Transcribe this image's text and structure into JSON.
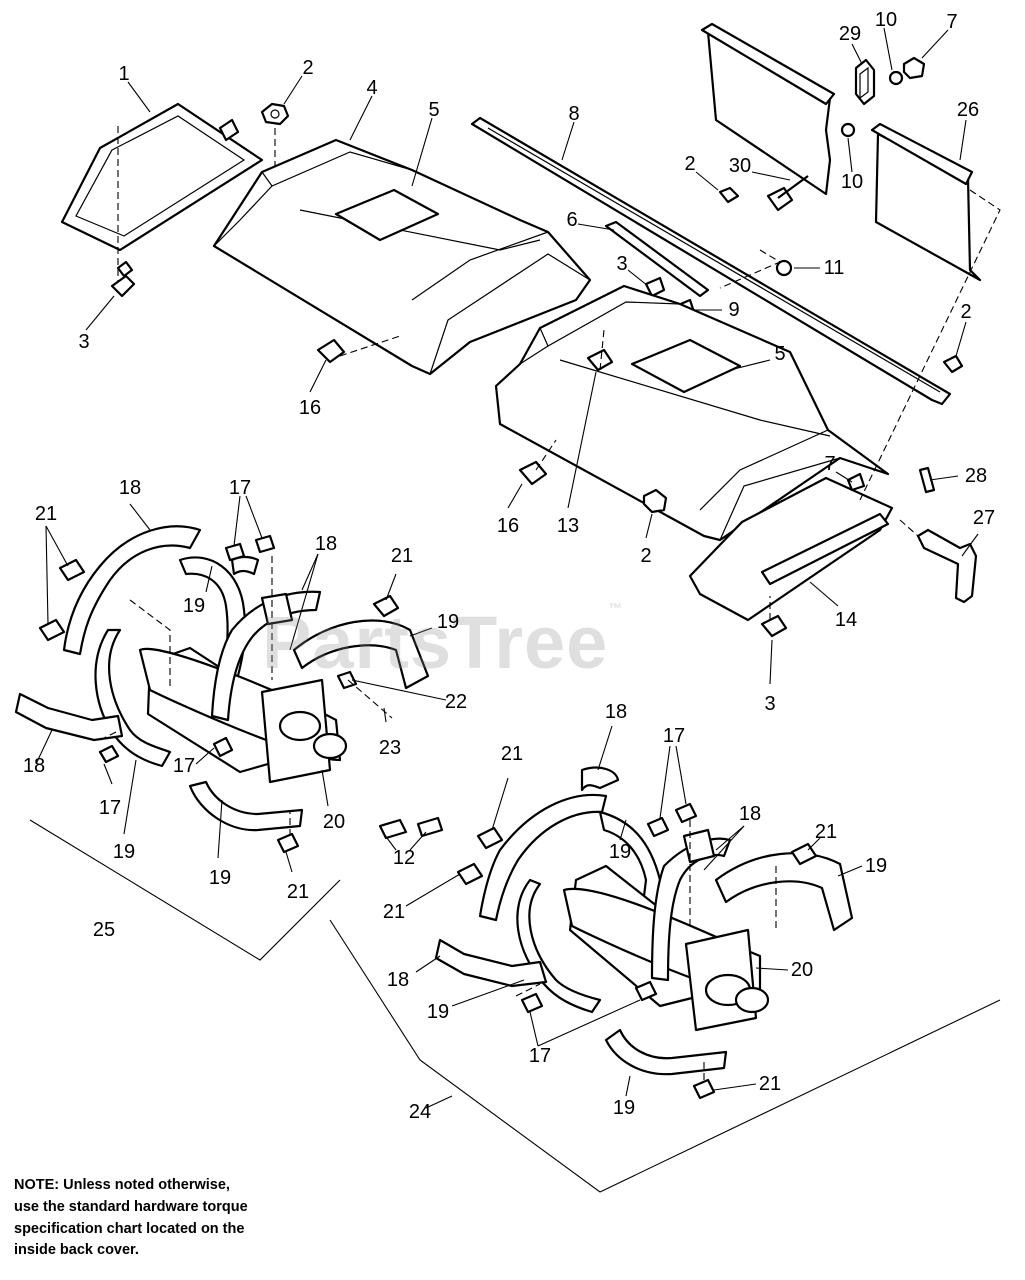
{
  "watermark": {
    "text": "PartsTree",
    "mark": "™",
    "color": "#8c8c8c"
  },
  "note": [
    "NOTE: Unless noted otherwise,",
    "use the standard hardware torque",
    "specification chart located on the",
    "inside back cover."
  ],
  "callouts": {
    "c1": "1",
    "c2a": "2",
    "c3a": "3",
    "c4": "4",
    "c5a": "5",
    "c8": "8",
    "c2b": "2",
    "c30": "30",
    "c6": "6",
    "c3b": "3",
    "c9": "9",
    "c11": "11",
    "c29": "29",
    "c10a": "10",
    "c7a": "7",
    "c26": "26",
    "c10b": "10",
    "c2c": "2",
    "c5b": "5",
    "c16a": "16",
    "c16b": "16",
    "c13": "13",
    "c2d": "2",
    "c7b": "7",
    "c28": "28",
    "c27": "27",
    "c14": "14",
    "c3c": "3",
    "c18a": "18",
    "c17a": "17",
    "c21a": "21",
    "c19a": "19",
    "c18b": "18",
    "c21b": "21",
    "c19b": "19",
    "c22": "22",
    "c23": "23",
    "c18c": "18",
    "c17b": "17",
    "c17c": "17",
    "c19c": "19",
    "c20a": "20",
    "c19d": "19",
    "c21c": "21",
    "c12": "12",
    "c25": "25",
    "c18d": "18",
    "c21d": "21",
    "c17d": "17",
    "c18e": "18",
    "c19e": "19",
    "c21e": "21",
    "c21f": "21",
    "c19f": "19",
    "c18f": "18",
    "c20b": "20",
    "c19g": "19",
    "c17e": "17",
    "c19h": "19",
    "c21g": "21",
    "c24": "24"
  }
}
